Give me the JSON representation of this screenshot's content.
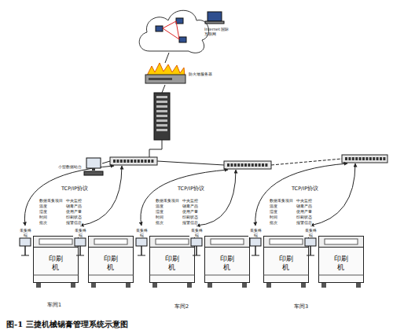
{
  "diagram": {
    "caption": "图-1 三捷机械锡膏管理系统示意图",
    "nodes": [
      {
        "text": [
          "Internet 国际互联网"
        ]
      },
      {
        "text": [
          "防火墙服务器"
        ]
      },
      {
        "text": [
          "小型数据站台"
        ]
      },
      {
        "text": [
          "采集终端"
        ]
      },
      {
        "text": [
          "印刷机"
        ]
      },
      {
        "text": [
          "采集终端"
        ]
      },
      {
        "text": [
          "印刷机"
        ]
      },
      {
        "text": [
          "采集终端"
        ]
      },
      {
        "text": [
          "印刷机"
        ]
      },
      {
        "text": [
          "采集终端"
        ]
      },
      {
        "text": [
          "印刷机"
        ]
      },
      {
        "text": [
          "采集终端"
        ]
      },
      {
        "text": [
          "印刷机"
        ]
      },
      {
        "text": [
          "采集终端"
        ]
      },
      {
        "text": [
          "印刷机"
        ]
      }
    ],
    "edges": [
      {
        "from": 0,
        "to": 1,
        "arrow": "none"
      }
    ],
    "labels": [
      "TCP/IP协议",
      "数据采集项目",
      "温度",
      "湿度",
      "时间",
      "批次",
      "中央监控",
      "锡膏产品",
      "使用产量",
      "印刷状态",
      "报警信息",
      "TCP/IP协议",
      "数据采集项目",
      "温度",
      "湿度",
      "时间",
      "批次",
      "中央监控",
      "锡膏产品",
      "使用产量",
      "印刷状态",
      "报警信息",
      "TCP/IP协议",
      "数据采集项目",
      "温度",
      "湿度",
      "时间",
      "批次",
      "中央监控",
      "锡膏产品",
      "使用产量",
      "印刷状态",
      "报警信息",
      "车间1",
      "车间2",
      "车间3"
    ]
  }
}
